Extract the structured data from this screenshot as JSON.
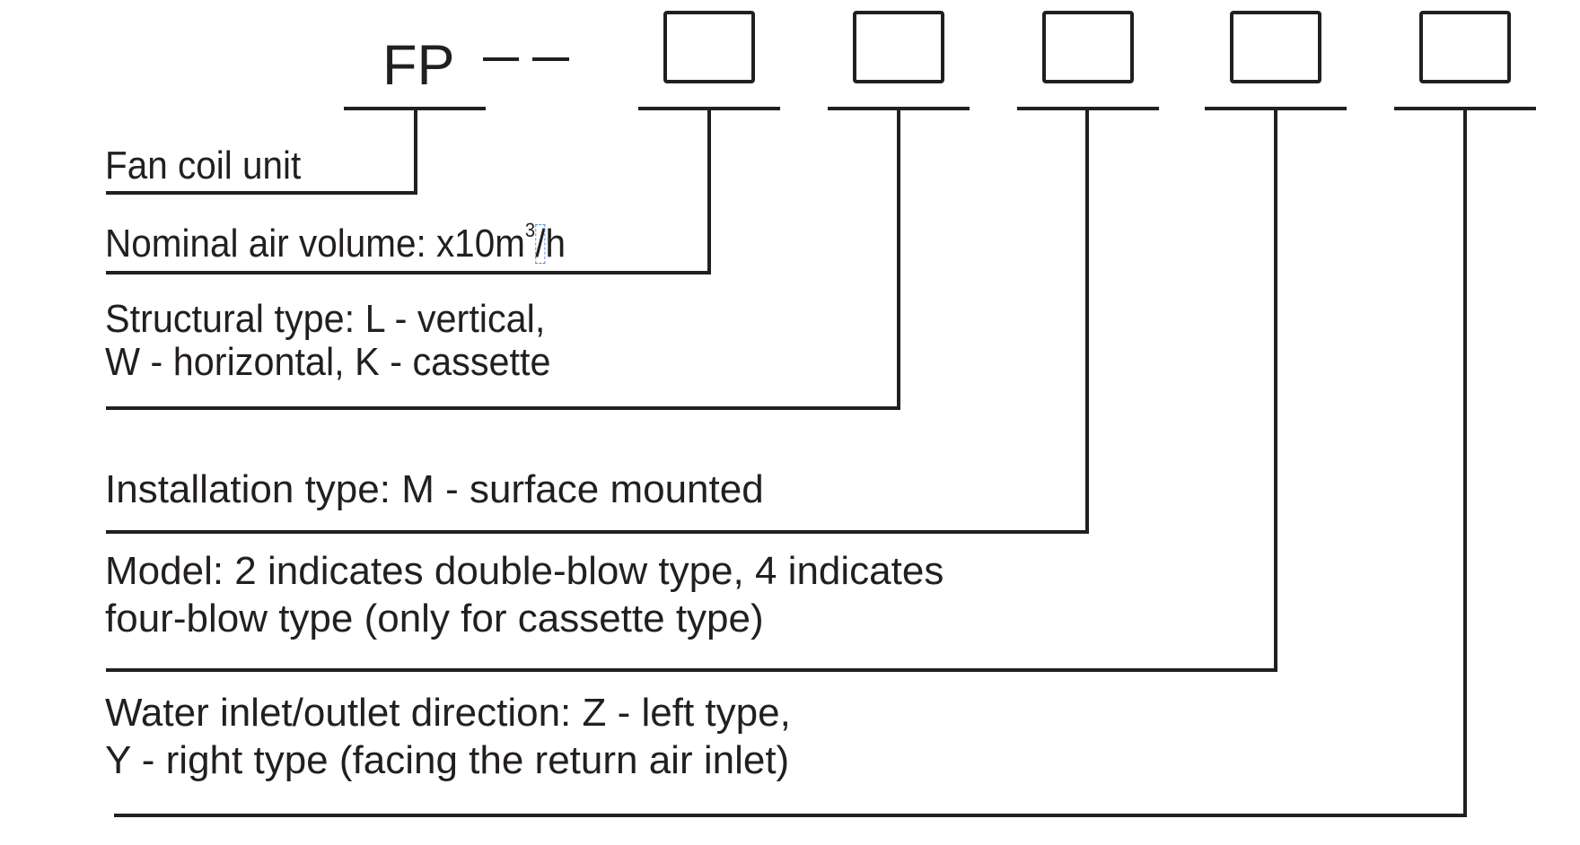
{
  "model_code": {
    "prefix": "FP",
    "separator": "--",
    "placeholder_count": 5
  },
  "legend": [
    {
      "id": "fan-coil-unit",
      "lines": [
        "Fan coil unit"
      ]
    },
    {
      "id": "nominal-air-volume",
      "lines": [
        "Nominal air volume: x10m"
      ],
      "unit_sup": "3",
      "unit_tail": "/h"
    },
    {
      "id": "structural-type",
      "lines": [
        "Structural type: L - vertical,",
        "W - horizontal, K - cassette"
      ]
    },
    {
      "id": "installation-type",
      "lines": [
        "Installation type: M - surface mounted"
      ]
    },
    {
      "id": "model",
      "lines": [
        "Model: 2 indicates double-blow type, 4 indicates",
        "four-blow type (only for cassette type)"
      ]
    },
    {
      "id": "water-direction",
      "lines": [
        "Water inlet/outlet direction: Z - left type,",
        "Y - right type (facing the return air inlet)"
      ]
    }
  ],
  "colors": {
    "ink": "#231f20",
    "selection": "#4a86d8"
  }
}
